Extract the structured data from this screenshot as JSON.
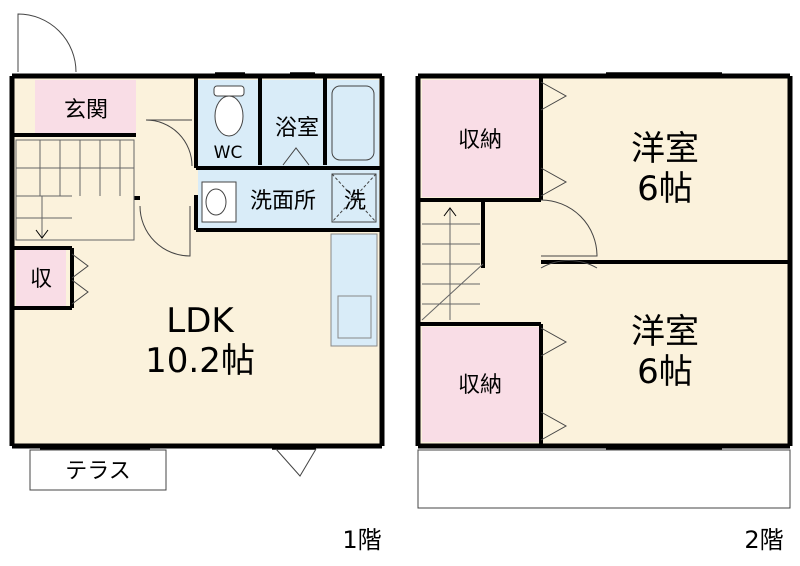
{
  "floor1": {
    "entrance": "玄関",
    "wc": "WC",
    "bath": "浴室",
    "washroom": "洗面所",
    "washer": "洗",
    "storage": "収",
    "ldk_name": "LDK",
    "ldk_size": "10.2帖",
    "terrace": "テラス",
    "floor_label": "1階"
  },
  "floor2": {
    "storage_top": "収納",
    "storage_bottom": "収納",
    "room_top_name": "洋室",
    "room_top_size": "6帖",
    "room_bottom_name": "洋室",
    "room_bottom_size": "6帖",
    "floor_label": "2階"
  },
  "colors": {
    "floor": "#fbf2dc",
    "wet": "#d9ecf8",
    "storage": "#f9dde6",
    "wall": "#000000"
  }
}
